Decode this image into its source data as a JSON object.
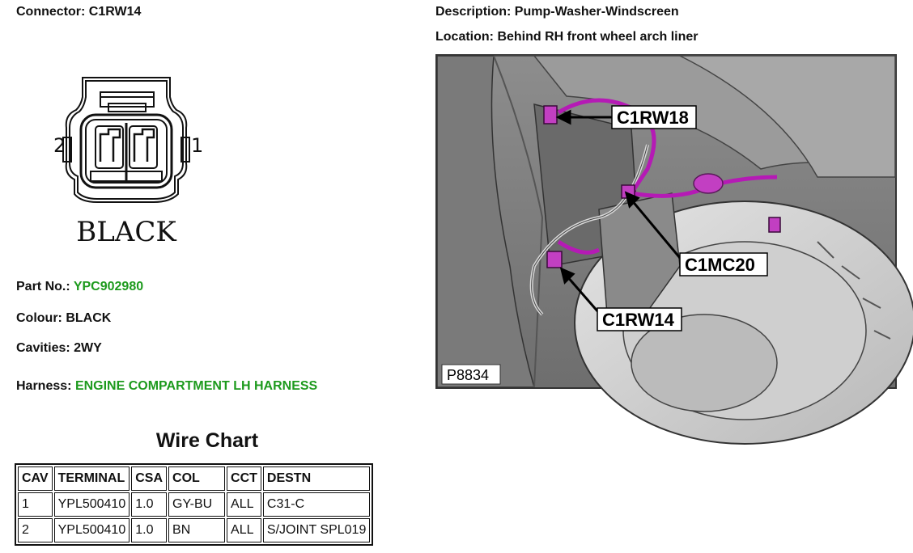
{
  "connector": {
    "label": "Connector:",
    "value": "C1RW14"
  },
  "description": {
    "label": "Description:",
    "value": "Pump-Washer-Windscreen"
  },
  "location": {
    "label": "Location:",
    "value": "Behind RH front wheel arch liner"
  },
  "drawing": {
    "pin_left": "2",
    "pin_right": "1",
    "colour_label": "BLACK"
  },
  "part_no": {
    "label": "Part No.:",
    "value": "YPC902980"
  },
  "colour": {
    "label": "Colour:",
    "value": "BLACK"
  },
  "cavities": {
    "label": "Cavities:",
    "value": "2WY"
  },
  "harness": {
    "label": "Harness:",
    "value": "ENGINE COMPARTMENT LH HARNESS"
  },
  "photo": {
    "callouts": [
      "C1RW18",
      "C1MC20",
      "C1RW14"
    ],
    "image_id": "P8834"
  },
  "colors": {
    "link_green": "#1d9a1d",
    "wire_magenta": "#b51ab5"
  },
  "wire_chart": {
    "title": "Wire Chart",
    "headers": [
      "CAV",
      "TERMINAL",
      "CSA",
      "COL",
      "CCT",
      "DESTN"
    ],
    "rows": [
      [
        "1",
        "YPL500410",
        "1.0",
        "GY-BU",
        "ALL",
        "C31-C"
      ],
      [
        "2",
        "YPL500410",
        "1.0",
        "BN",
        "ALL",
        "S/JOINT SPL019"
      ]
    ]
  }
}
